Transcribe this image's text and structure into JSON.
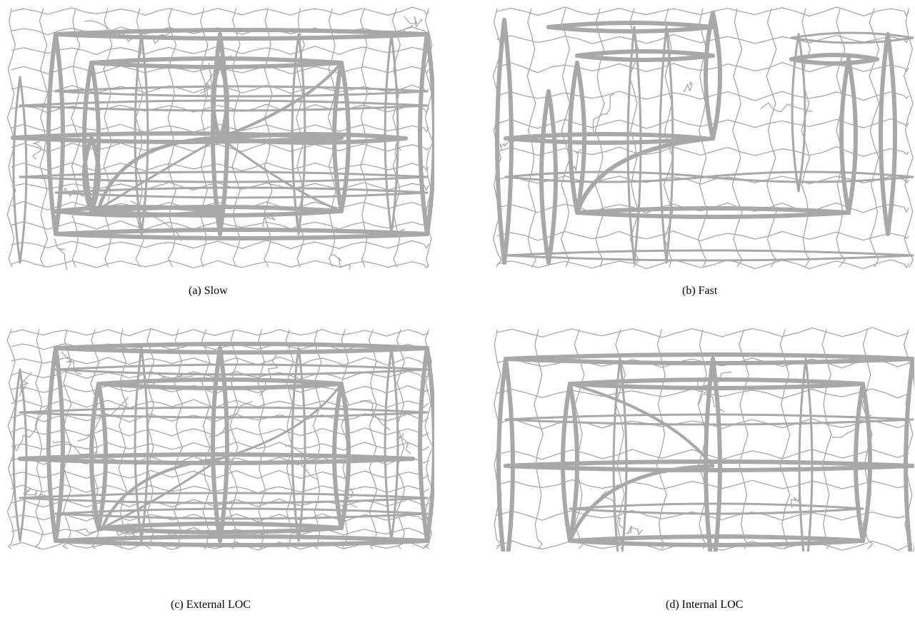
{
  "figure": {
    "edge_color": "#a8a8a8",
    "panels": [
      {
        "id": "a",
        "caption": "(a)  Slow"
      },
      {
        "id": "b",
        "caption": "(b)  Fast"
      },
      {
        "id": "c",
        "caption": "(c)  External LOC"
      },
      {
        "id": "d",
        "caption": "(d)  Internal LOC"
      }
    ]
  }
}
